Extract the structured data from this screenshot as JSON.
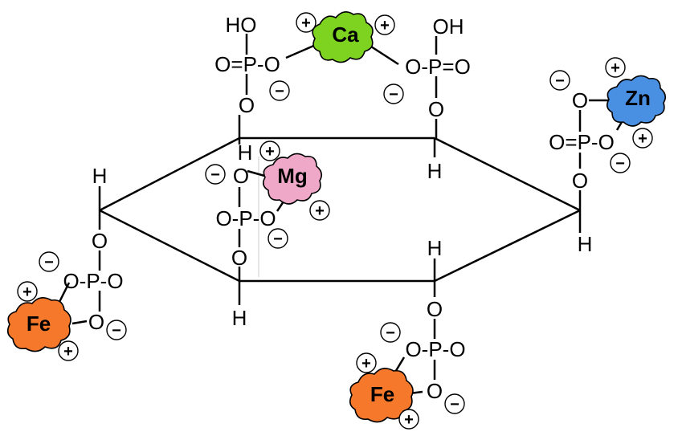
{
  "atoms": {
    "oh_top_left": "HO",
    "o_dbl_p_top_left": "O=P-O",
    "o_top_left_lower": "O",
    "oh_top_right": "OH",
    "o_p_dbl_o_top_right": "O-P=O",
    "o_top_right_lower": "O",
    "h_ring_top_left": "H",
    "h_ring_top_right": "H",
    "h_left_vertex": "H",
    "o_left_vertex": "O",
    "o_p_o_left": "O-P-O",
    "o_left_lower": "O",
    "o_mg_upper": "O",
    "o_p_o_mg": "O-P-O",
    "o_mg_lower": "O",
    "h_ring_bottom_left": "H",
    "h_ring_bottom_right_top": "H",
    "o_bottom_right_upper": "O",
    "o_p_o_bottom": "O-P-O",
    "o_bottom_lower": "O",
    "o_zn_upper": "O",
    "o_dbl_p_o_right": "O=P-O",
    "o_zn_lower": "O",
    "h_right_vertex": "H"
  },
  "metals": {
    "ca": {
      "label": "Ca",
      "color": "#7ed321"
    },
    "mg": {
      "label": "Mg",
      "color": "#f0a8c8"
    },
    "zn": {
      "label": "Zn",
      "color": "#4a90e2"
    },
    "fe_left": {
      "label": "Fe",
      "color": "#f5782b"
    },
    "fe_bottom": {
      "label": "Fe",
      "color": "#f5782b"
    }
  },
  "charges": {
    "plus": "+",
    "minus": "−"
  }
}
